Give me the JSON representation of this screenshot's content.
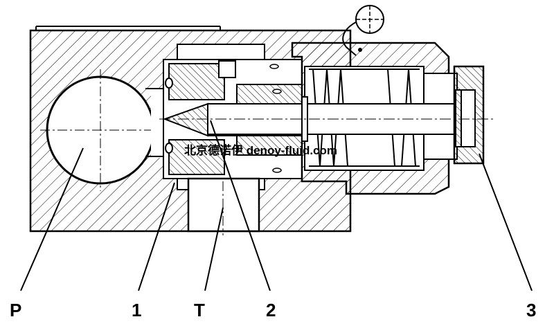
{
  "diagram": {
    "labels": {
      "p": "P",
      "one": "1",
      "t": "T",
      "two": "2",
      "three": "3"
    },
    "watermark": "北京德诺伊 denoy-fluid.com"
  }
}
